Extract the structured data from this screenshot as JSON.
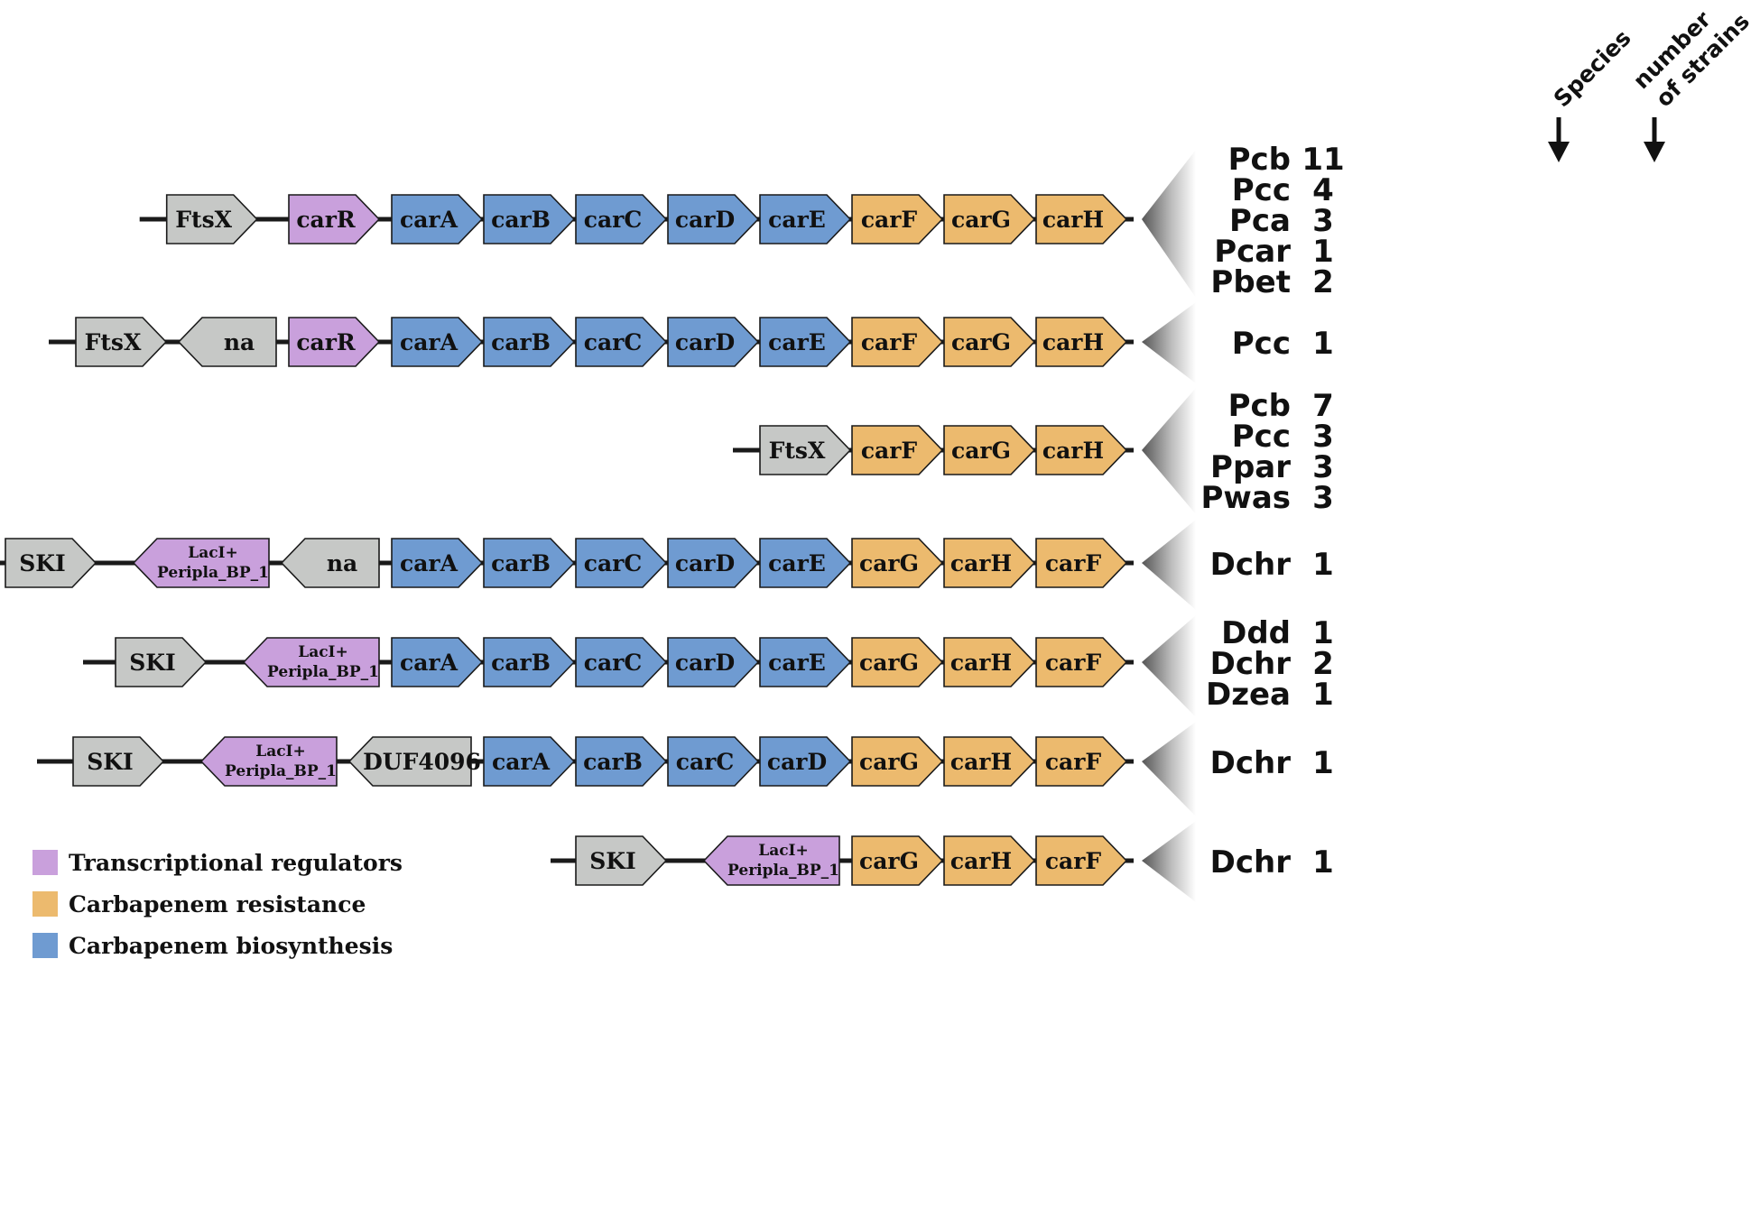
{
  "headers": {
    "species": "Species",
    "strains_line1": "number",
    "strains_line2": "of strains"
  },
  "colors": {
    "grey": "#c6c8c6",
    "purple": "#c9a0dc",
    "blue": "#6f9bd1",
    "orange": "#ecba6e",
    "outline": "#1a1a1a"
  },
  "legend": [
    {
      "color": "purple",
      "label": "Transcriptional regulators"
    },
    {
      "color": "orange",
      "label": "Carbapenem resistance"
    },
    {
      "color": "blue",
      "label": "Carbapenem biosynthesis"
    }
  ],
  "clusters": [
    {
      "genes": [
        {
          "name": "FtsX",
          "color": "grey",
          "dir": "right"
        },
        {
          "name": "carR",
          "color": "purple",
          "dir": "right"
        },
        {
          "name": "carA",
          "color": "blue",
          "dir": "right"
        },
        {
          "name": "carB",
          "color": "blue",
          "dir": "right"
        },
        {
          "name": "carC",
          "color": "blue",
          "dir": "right"
        },
        {
          "name": "carD",
          "color": "blue",
          "dir": "right"
        },
        {
          "name": "carE",
          "color": "blue",
          "dir": "right"
        },
        {
          "name": "carF",
          "color": "orange",
          "dir": "right"
        },
        {
          "name": "carG",
          "color": "orange",
          "dir": "right"
        },
        {
          "name": "carH",
          "color": "orange",
          "dir": "right"
        }
      ],
      "strains": [
        {
          "species": "Pcb",
          "count": "11"
        },
        {
          "species": "Pcc",
          "count": "4"
        },
        {
          "species": "Pca",
          "count": "3"
        },
        {
          "species": "Pcar",
          "count": "1"
        },
        {
          "species": "Pbet",
          "count": "2"
        }
      ]
    },
    {
      "genes": [
        {
          "name": "FtsX",
          "color": "grey",
          "dir": "right"
        },
        {
          "name": "na",
          "color": "grey",
          "dir": "left"
        },
        {
          "name": "carR",
          "color": "purple",
          "dir": "right"
        },
        {
          "name": "carA",
          "color": "blue",
          "dir": "right"
        },
        {
          "name": "carB",
          "color": "blue",
          "dir": "right"
        },
        {
          "name": "carC",
          "color": "blue",
          "dir": "right"
        },
        {
          "name": "carD",
          "color": "blue",
          "dir": "right"
        },
        {
          "name": "carE",
          "color": "blue",
          "dir": "right"
        },
        {
          "name": "carF",
          "color": "orange",
          "dir": "right"
        },
        {
          "name": "carG",
          "color": "orange",
          "dir": "right"
        },
        {
          "name": "carH",
          "color": "orange",
          "dir": "right"
        }
      ],
      "strains": [
        {
          "species": "Pcc",
          "count": "1"
        }
      ]
    },
    {
      "genes": [
        {
          "name": "FtsX",
          "color": "grey",
          "dir": "right"
        },
        {
          "name": "carF",
          "color": "orange",
          "dir": "right"
        },
        {
          "name": "carG",
          "color": "orange",
          "dir": "right"
        },
        {
          "name": "carH",
          "color": "orange",
          "dir": "right"
        }
      ],
      "strains": [
        {
          "species": "Pcb",
          "count": "7"
        },
        {
          "species": "Pcc",
          "count": "3"
        },
        {
          "species": "Ppar",
          "count": "3"
        },
        {
          "species": "Pwas",
          "count": "3"
        }
      ]
    },
    {
      "genes": [
        {
          "name": "SKI",
          "color": "grey",
          "dir": "right"
        },
        {
          "name": "LacI+ Peripla_BP_1",
          "color": "purple",
          "dir": "left",
          "lines": [
            "LacI+",
            "Peripla_BP_1"
          ]
        },
        {
          "name": "na",
          "color": "grey",
          "dir": "left"
        },
        {
          "name": "carA",
          "color": "blue",
          "dir": "right"
        },
        {
          "name": "carB",
          "color": "blue",
          "dir": "right"
        },
        {
          "name": "carC",
          "color": "blue",
          "dir": "right"
        },
        {
          "name": "carD",
          "color": "blue",
          "dir": "right"
        },
        {
          "name": "carE",
          "color": "blue",
          "dir": "right"
        },
        {
          "name": "carG",
          "color": "orange",
          "dir": "right"
        },
        {
          "name": "carH",
          "color": "orange",
          "dir": "right"
        },
        {
          "name": "carF",
          "color": "orange",
          "dir": "right"
        }
      ],
      "strains": [
        {
          "species": "Dchr",
          "count": "1"
        }
      ]
    },
    {
      "genes": [
        {
          "name": "SKI",
          "color": "grey",
          "dir": "right"
        },
        {
          "name": "LacI+ Peripla_BP_1",
          "color": "purple",
          "dir": "left",
          "lines": [
            "LacI+",
            "Peripla_BP_1"
          ]
        },
        {
          "name": "carA",
          "color": "blue",
          "dir": "right"
        },
        {
          "name": "carB",
          "color": "blue",
          "dir": "right"
        },
        {
          "name": "carC",
          "color": "blue",
          "dir": "right"
        },
        {
          "name": "carD",
          "color": "blue",
          "dir": "right"
        },
        {
          "name": "carE",
          "color": "blue",
          "dir": "right"
        },
        {
          "name": "carG",
          "color": "orange",
          "dir": "right"
        },
        {
          "name": "carH",
          "color": "orange",
          "dir": "right"
        },
        {
          "name": "carF",
          "color": "orange",
          "dir": "right"
        }
      ],
      "strains": [
        {
          "species": "Ddd",
          "count": "1"
        },
        {
          "species": "Dchr",
          "count": "2"
        },
        {
          "species": "Dzea",
          "count": "1"
        }
      ]
    },
    {
      "genes": [
        {
          "name": "SKI",
          "color": "grey",
          "dir": "right"
        },
        {
          "name": "LacI+ Peripla_BP_1",
          "color": "purple",
          "dir": "left",
          "lines": [
            "LacI+",
            "Peripla_BP_1"
          ]
        },
        {
          "name": "DUF4096",
          "color": "grey",
          "dir": "left"
        },
        {
          "name": "carA",
          "color": "blue",
          "dir": "right"
        },
        {
          "name": "carB",
          "color": "blue",
          "dir": "right"
        },
        {
          "name": "carC",
          "color": "blue",
          "dir": "right"
        },
        {
          "name": "carD",
          "color": "blue",
          "dir": "right"
        },
        {
          "name": "carG",
          "color": "orange",
          "dir": "right"
        },
        {
          "name": "carH",
          "color": "orange",
          "dir": "right"
        },
        {
          "name": "carF",
          "color": "orange",
          "dir": "right"
        }
      ],
      "strains": [
        {
          "species": "Dchr",
          "count": "1"
        }
      ]
    },
    {
      "genes": [
        {
          "name": "SKI",
          "color": "grey",
          "dir": "right"
        },
        {
          "name": "LacI+ Peripla_BP_1",
          "color": "purple",
          "dir": "left",
          "lines": [
            "LacI+",
            "Peripla_BP_1"
          ]
        },
        {
          "name": "carG",
          "color": "orange",
          "dir": "right"
        },
        {
          "name": "carH",
          "color": "orange",
          "dir": "right"
        },
        {
          "name": "carF",
          "color": "orange",
          "dir": "right"
        }
      ],
      "strains": [
        {
          "species": "Dchr",
          "count": "1"
        }
      ]
    }
  ]
}
